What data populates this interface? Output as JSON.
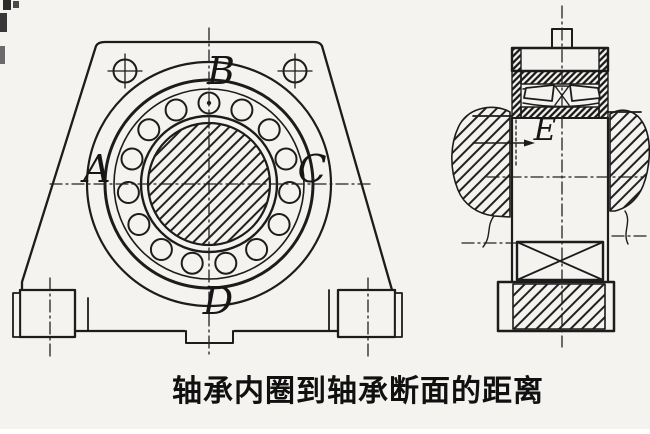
{
  "figure": {
    "caption": "轴承内圈到轴承断面的距离",
    "labels": {
      "a": "A",
      "b": "B",
      "c": "C",
      "d": "D",
      "e": "E"
    },
    "colors": {
      "background": "#f4f3ef",
      "line": "#1c1c1c",
      "text": "#101010"
    }
  }
}
